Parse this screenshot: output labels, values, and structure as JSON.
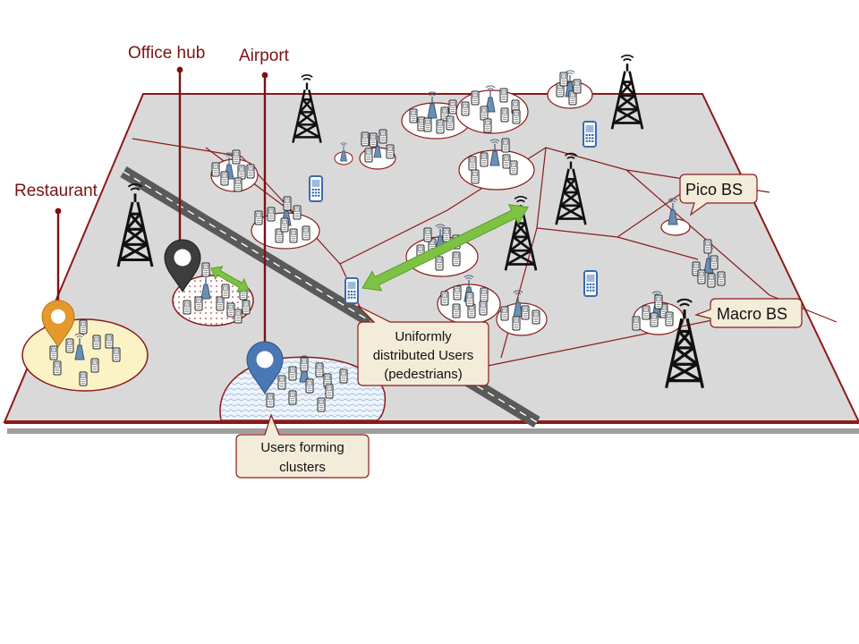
{
  "labels": {
    "office_hub": "Office hub",
    "airport": "Airport",
    "restaurant": "Restaurant",
    "pico_bs": "Pico BS",
    "macro_bs": "Macro BS",
    "uniform_users_line1": "Uniformly",
    "uniform_users_line2": "distributed Users",
    "uniform_users_line3": "(pedestrians)",
    "clusters_line1": "Users forming",
    "clusters_line2": "clusters"
  },
  "colors": {
    "ground": "#d9d9d9",
    "ground_edge": "#8b1a1a",
    "road": "#595959",
    "pin_label": "#7b1212",
    "callout_fill": "#f3ecd9",
    "callout_stroke": "#8b1a1a",
    "restaurant_pin": "#e39a2b",
    "office_pin": "#3d3d3d",
    "airport_pin": "#4a78b5",
    "arrow": "#7dc243",
    "pico": "#6a8fb3",
    "phone_blue": "#3a6bb0"
  },
  "icons": {
    "macro_bs": "lattice-tower-icon",
    "pico_bs": "small-cell-icon",
    "user": "mobile-phone-icon",
    "location": "map-pin-icon"
  }
}
